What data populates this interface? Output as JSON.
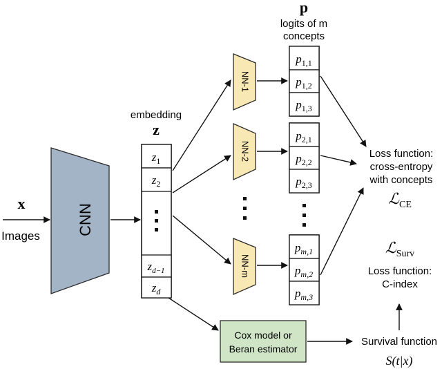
{
  "input": {
    "symbol": "x",
    "label": "Images"
  },
  "cnn": {
    "label": "CNN",
    "fill": "#a3b4c6"
  },
  "embedding": {
    "caption": "embedding",
    "symbol": "z",
    "cells": [
      {
        "main": "z",
        "sub": "1"
      },
      {
        "main": "z",
        "sub": "2"
      },
      {
        "main": "z",
        "sub": "d−1"
      },
      {
        "main": "z",
        "sub": "d"
      }
    ]
  },
  "networks": [
    {
      "label": "NN-1"
    },
    {
      "label": "NN-2"
    },
    {
      "label": "NN-m"
    }
  ],
  "logits": {
    "symbol": "p",
    "caption_line1": "logits of m",
    "caption_line2": "concepts",
    "groups": [
      [
        {
          "main": "p",
          "sub": "1,1"
        },
        {
          "main": "p",
          "sub": "1,2"
        },
        {
          "main": "p",
          "sub": "1,3"
        }
      ],
      [
        {
          "main": "p",
          "sub": "2,1"
        },
        {
          "main": "p",
          "sub": "2,2"
        },
        {
          "main": "p",
          "sub": "2,3"
        }
      ],
      [
        {
          "main": "p",
          "sub": "m,1"
        },
        {
          "main": "p",
          "sub": "m,2"
        },
        {
          "main": "p",
          "sub": "m,3"
        }
      ]
    ]
  },
  "loss_ce": {
    "line1": "Loss function:",
    "line2": "cross-entropy",
    "line3": "with concepts",
    "symbol": "ℒ",
    "symbol_sub": "CE"
  },
  "loss_surv": {
    "symbol": "ℒ",
    "symbol_sub": "Surv",
    "line1": "Loss function:",
    "line2": "C-index"
  },
  "cox": {
    "line1": "Cox model or",
    "line2": "Beran estimator",
    "fill": "#cfe5c6"
  },
  "survival": {
    "label": "Survival function",
    "formula": "S(t|x)"
  }
}
